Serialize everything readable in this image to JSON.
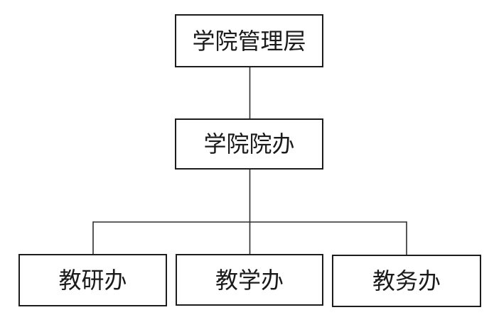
{
  "diagram": {
    "type": "org-chart",
    "background_color": "#ffffff",
    "box_fill_color": "#ffffff",
    "box_border_color": "#1c1c1c",
    "line_color": "#2e2e2e",
    "text_color": "#1a1a1a",
    "nodes": [
      {
        "id": "management",
        "label": "学院管理层",
        "level": 1
      },
      {
        "id": "dean-office",
        "label": "学院院办",
        "level": 2
      },
      {
        "id": "teaching-research",
        "label": "教研办",
        "level": 3
      },
      {
        "id": "teaching",
        "label": "教学办",
        "level": 3
      },
      {
        "id": "academic-affairs",
        "label": "教务办",
        "level": 3
      }
    ],
    "edges": [
      {
        "from": "management",
        "to": "dean-office"
      },
      {
        "from": "dean-office",
        "to": "teaching-research"
      },
      {
        "from": "dean-office",
        "to": "teaching"
      },
      {
        "from": "dean-office",
        "to": "academic-affairs"
      }
    ]
  }
}
